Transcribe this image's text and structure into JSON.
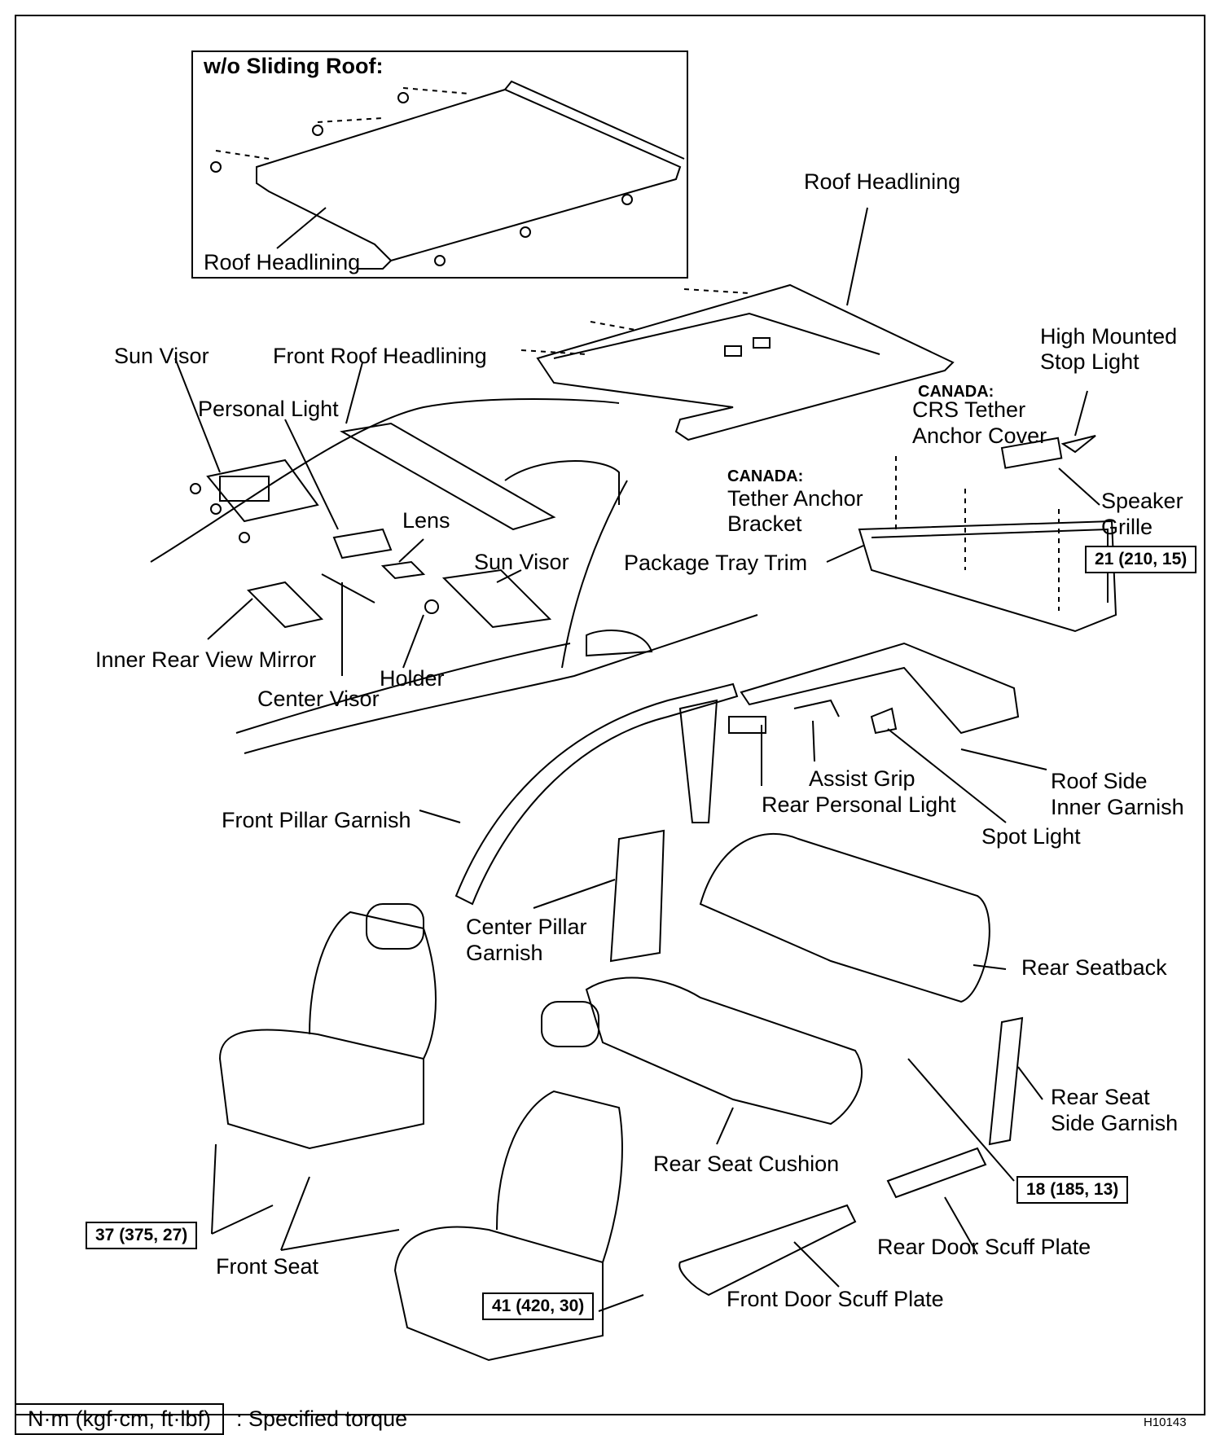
{
  "inset": {
    "title": "w/o Sliding Roof:",
    "label": "Roof Headlining"
  },
  "labels": {
    "roof_headlining": "Roof Headlining",
    "high_mounted_stop_light": [
      "High Mounted",
      "Stop Light"
    ],
    "sun_visor_left": "Sun Visor",
    "front_roof_headlining": "Front Roof Headlining",
    "personal_light": "Personal Light",
    "canada_1": "CANADA:",
    "crs_tether_anchor_cover": [
      "CRS Tether",
      "Anchor Cover"
    ],
    "canada_2": "CANADA:",
    "tether_anchor_bracket": [
      "Tether Anchor",
      "Bracket"
    ],
    "speaker_grille": [
      "Speaker",
      "Grille"
    ],
    "lens": "Lens",
    "sun_visor_right": "Sun Visor",
    "package_tray_trim": "Package Tray Trim",
    "inner_rear_view_mirror": "Inner Rear View Mirror",
    "holder": "Holder",
    "center_visor": "Center Visor",
    "assist_grip": "Assist Grip",
    "roof_side_inner_garnish": [
      "Roof Side",
      "Inner Garnish"
    ],
    "rear_personal_light": "Rear Personal Light",
    "front_pillar_garnish": "Front Pillar Garnish",
    "spot_light": "Spot Light",
    "center_pillar_garnish": [
      "Center Pillar",
      "Garnish"
    ],
    "rear_seatback": "Rear Seatback",
    "rear_seat_side_garnish": [
      "Rear Seat",
      "Side Garnish"
    ],
    "rear_seat_cushion": "Rear Seat Cushion",
    "rear_door_scuff_plate": "Rear Door Scuff Plate",
    "front_seat": "Front Seat",
    "front_door_scuff_plate": "Front Door Scuff Plate"
  },
  "torque_values": {
    "t21": "21 (210, 15)",
    "t18": "18 (185, 13)",
    "t37": "37 (375, 27)",
    "t41": "41 (420, 30)"
  },
  "legend": {
    "unit": "N·m (kgf·cm, ft·lbf)",
    "text": ": Specified torque"
  },
  "figure_id": "H10143"
}
